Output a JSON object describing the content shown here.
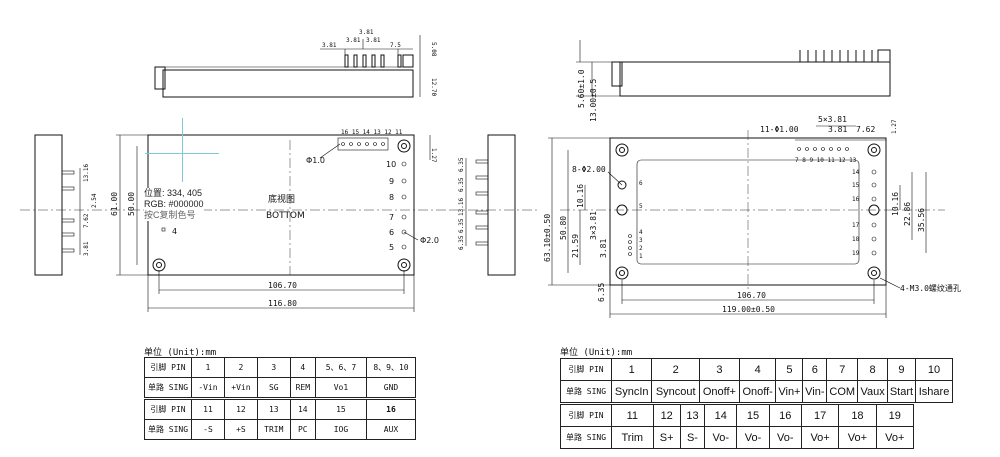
{
  "left_drawing": {
    "bottom_view_cn": "底视图",
    "bottom_view_en": "BOTTOM",
    "width_dim": "106.70",
    "total_width_dim": "116.80",
    "height_dim": "61.00",
    "inner_height_dim": "50.00",
    "hole_small": "Φ1.0",
    "hole_large": "Φ2.0",
    "top_pins_label": "16 15 14 13 12 11",
    "pin_numbers": [
      "10",
      "9",
      "8",
      "7",
      "6",
      "5",
      "4"
    ],
    "top_dims": [
      "3.81",
      "3.81",
      "3.81",
      "3.81",
      "7.5",
      "5.08"
    ],
    "top_height_dim": "12.70",
    "right_top_dim": "1.27",
    "right_side_dims": [
      "6.35",
      "6.35",
      "13.16",
      "6.35",
      "6.35"
    ],
    "left_side_dims": [
      "13.16",
      "2.54",
      "7.62",
      "3.81"
    ]
  },
  "color_picker": {
    "position": "位置: 334, 405",
    "rgb": "RGB: #000000",
    "hint": "按C复制色号"
  },
  "right_drawing": {
    "dim_height_pin": "5.60±1.0",
    "dim_height_body": "13.00±0.5",
    "holes_label": "11-Φ1.00",
    "pitch_label": "5×3.81",
    "dim_381": "3.81",
    "dim_762": "7.62",
    "dim_127": "1.27",
    "hole_8": "8-Φ2.00",
    "dim_6310": "63.10±0.50",
    "dim_5080": "50.80",
    "dim_1016_left": "10.16",
    "dim_2159": "21.59",
    "dim_3x381": "3×3.81",
    "dim_381_b": "3.81",
    "dim_1016_right": "10.16",
    "dim_2286": "22.86",
    "dim_3556": "35.56",
    "dim_635": "6.35",
    "width_dim": "106.70",
    "total_width_dim": "119.00±0.50",
    "mount_label": "4-M3.0螺纹通孔",
    "top_pin_numbers": "7  8  9  10 11 12 13",
    "left_pin_numbers": [
      "6",
      "5",
      "4",
      "3",
      "2",
      "1"
    ],
    "right_pin_numbers": [
      "14",
      "15",
      "16",
      "17",
      "18",
      "19"
    ]
  },
  "table_left": {
    "unit": "单位 (Unit):mm",
    "row1": [
      "引脚  PIN",
      "1",
      "2",
      "3",
      "4",
      "5、6、7",
      "8、9、10"
    ],
    "row2": [
      "单路  SING",
      "-Vin",
      "+Vin",
      "SG",
      "REM",
      "Vo1",
      "GND"
    ],
    "row3": [
      "引脚  PIN",
      "11",
      "12",
      "13",
      "14",
      "15",
      "16"
    ],
    "row4": [
      "单路  SING",
      "-S",
      "+S",
      "TRIM",
      "PC",
      "IOG",
      "AUX"
    ]
  },
  "table_right": {
    "unit": "单位 (Unit):mm",
    "row1": [
      "引脚  PIN",
      "1",
      "2",
      "3",
      "4",
      "5",
      "6",
      "7",
      "8",
      "9",
      "10"
    ],
    "row2": [
      "单路  SING",
      "SyncIn",
      "Syncout",
      "Onoff+",
      "Onoff-",
      "Vin+",
      "Vin-",
      "COM",
      "Vaux",
      "Start",
      "Ishare"
    ],
    "row3": [
      "引脚  PIN",
      "11",
      "12",
      "13",
      "14",
      "15",
      "16",
      "17",
      "18",
      "19"
    ],
    "row4": [
      "单路  SING",
      "Trim",
      "S+",
      "S-",
      "Vo-",
      "Vo-",
      "Vo-",
      "Vo+",
      "Vo+",
      "Vo+"
    ]
  }
}
